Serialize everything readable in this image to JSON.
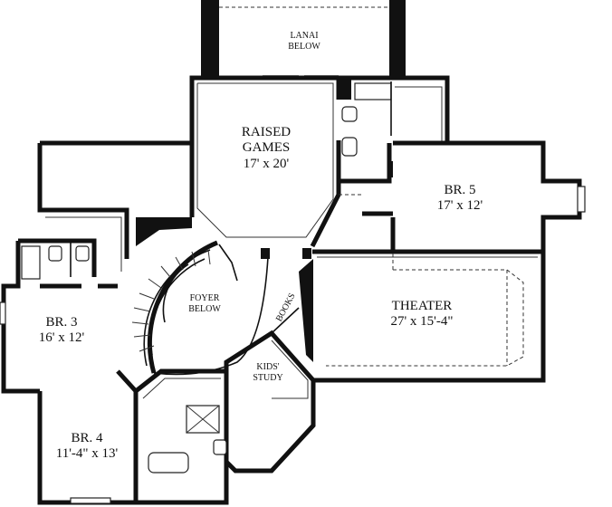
{
  "rooms": {
    "lanai": [
      "LANAI",
      "BELOW"
    ],
    "games": [
      "RAISED",
      "GAMES",
      "17' x 20'"
    ],
    "br5": [
      "BR. 5",
      "17' x 12'"
    ],
    "theater": [
      "THEATER",
      "27' x 15'-4\""
    ],
    "foyer": [
      "FOYER",
      "BELOW"
    ],
    "br3": [
      "BR. 3",
      "16' x 12'"
    ],
    "br4": [
      "BR. 4",
      "11'-4\" x 13'"
    ],
    "kids": [
      "KIDS'",
      "STUDY"
    ],
    "books": "BOOKS"
  }
}
